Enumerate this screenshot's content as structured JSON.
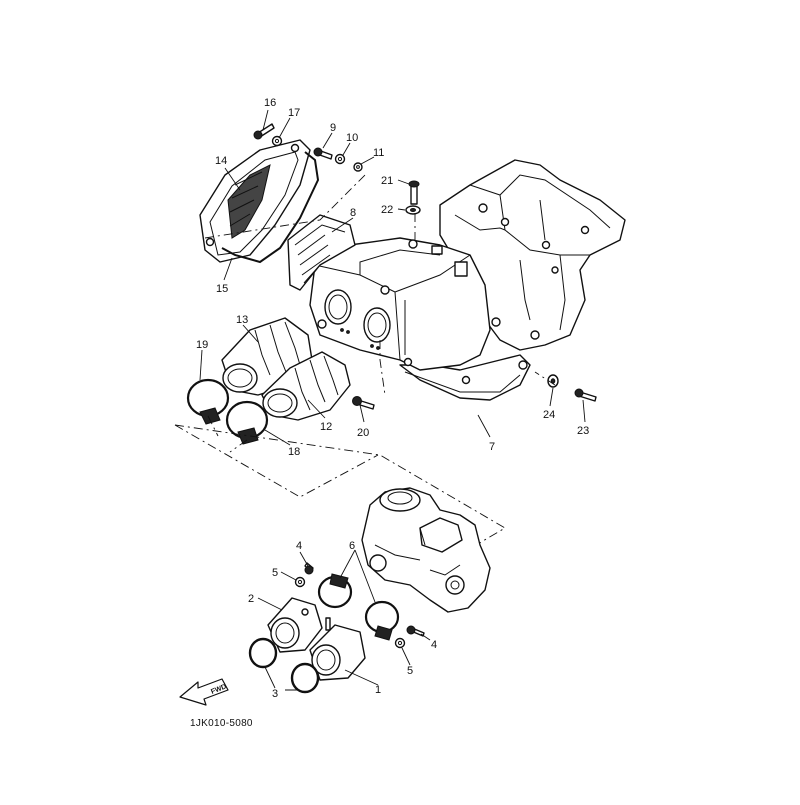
{
  "diagram": {
    "drawing_code": "1JK010-5080",
    "direction_label": "FWD",
    "callouts": [
      "1",
      "2",
      "3",
      "4",
      "4",
      "5",
      "5",
      "6",
      "7",
      "8",
      "9",
      "10",
      "11",
      "12",
      "13",
      "14",
      "15",
      "16",
      "17",
      "18",
      "19",
      "20",
      "21",
      "22",
      "23",
      "24"
    ]
  }
}
